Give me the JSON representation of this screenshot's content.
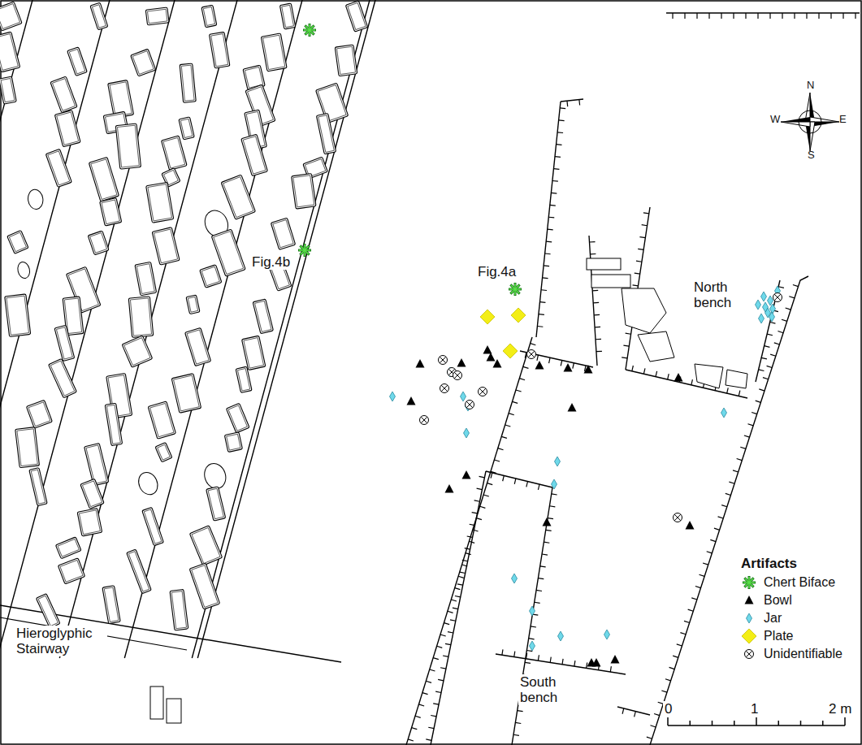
{
  "diagram": {
    "labels": [
      "Fig.4b",
      "Fig.4a",
      "North bench",
      "Hieroglyphic Stairway",
      "South bench",
      "N",
      "W",
      "E",
      "S",
      "0",
      "1",
      "2 m",
      "Artifacts"
    ],
    "legend": [
      {
        "text": "Chert Biface"
      },
      {
        "text": "Bowl"
      },
      {
        "text": "Jar"
      },
      {
        "text": "Plate"
      },
      {
        "text": "Unidentifiable"
      }
    ]
  }
}
